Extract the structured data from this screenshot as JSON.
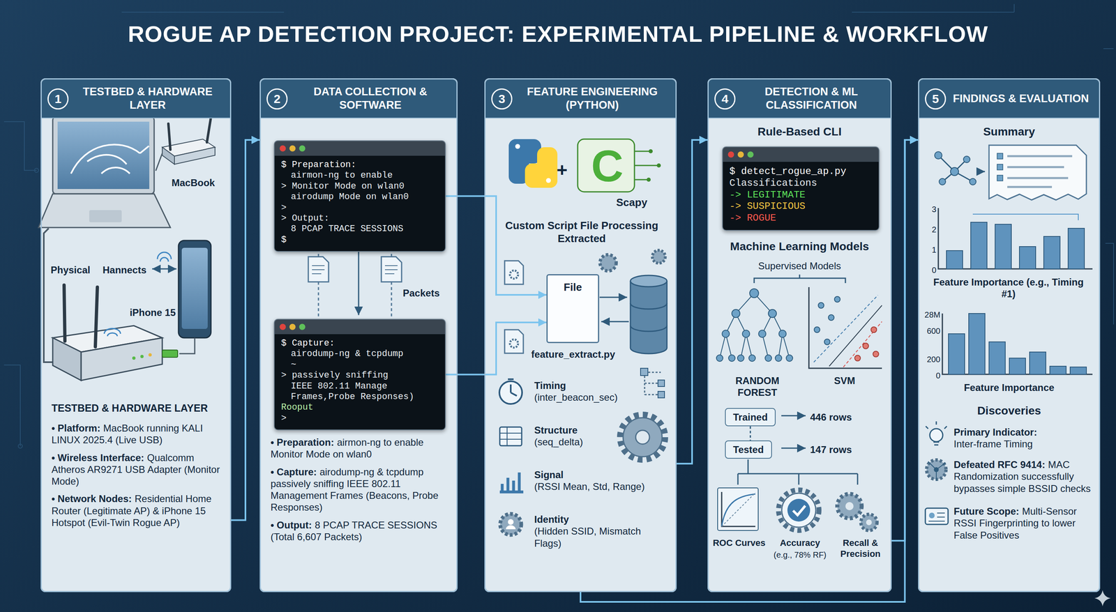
{
  "diagram": {
    "title": "ROGUE AP DETECTION PROJECT: EXPERIMENTAL PIPELINE & WORKFLOW",
    "nodes": [
      {
        "text": [
          "TESTBED & HARDWARE LAYER",
          "MacBook",
          "Physical",
          "Hannects",
          "iPhone 15",
          "TESTBED & HARDWARE LAYER",
          "• Platform:",
          "MacBook running KALI LINUX 2025.4 (Live USB)",
          "• Wireless Interface:",
          "Qualcomm Atheros AR9271 USB Adapter (Monitor Mode)",
          "• Network Nodes:",
          "Residential Home Router (Legitimate AP) & iPhone 15 Hotspot (Evil-Twin Rogue AP)"
        ]
      },
      {
        "text": [
          "1"
        ],
        "in": 0
      },
      {
        "text": [
          "DATA COLLECTION & SOFTWARE",
          "Packets",
          "• Preparation:",
          "airmon-ng to enable Monitor Mode on wlan0",
          "• Capture:",
          "airodump-ng & tcpdump passively sniffing IEEE 802.11 Management Frames (Beacons, Probe Responses)",
          "• Output:",
          "8 PCAP TRACE SESSIONS (Total 6,607 Packets)"
        ]
      },
      {
        "text": [
          "2"
        ],
        "in": 2
      },
      {
        "text": [
          "$ Preparation:",
          "airmon-ng to enable",
          "> Monitor Mode on wlan0",
          "airodump Mode on wlan0",
          ">",
          "> Output:",
          "8 PCAP TRACE SESSIONS",
          "$"
        ],
        "in": 2
      },
      {
        "text": [
          "$ Capture:",
          "airodump-ng & tcpdump",
          "~",
          "> passively sniffing",
          "IEEE 802.11 Manage",
          "Frames,Probe Responses)",
          "Rooput",
          ">"
        ],
        "in": 2
      },
      {
        "text": [
          "FEATURE ENGINEERING (PYTHON)",
          "+",
          "C",
          "Scapy",
          "Custom Script File Processing Extracted",
          "Timing",
          "(inter_beacon_sec)",
          "Structure",
          "(seq_delta)",
          "Signal",
          "(RSSI Mean, Std, Range)",
          "Identity",
          "(Hidden SSID, Mismatch Flags)"
        ]
      },
      {
        "text": [
          "3"
        ],
        "in": 6
      },
      {
        "text": [
          "File",
          "feature_extract.py"
        ],
        "in": 6
      },
      {
        "text": [
          "DETECTION & ML CLASSIFICATION",
          "Rule-Based CLI",
          "Machine Learning Models",
          "Supervised Models",
          "RANDOM FOREST",
          "SVM",
          "446 rows",
          "147 rows",
          "ROC Curves",
          "Accuracy",
          "(e.g., 78% RF)",
          "Recall & Precision"
        ]
      },
      {
        "text": [
          "4"
        ],
        "in": 9
      },
      {
        "text": [
          "$ detect_rogue_ap.py",
          "Classifications",
          "-> LEGITIMATE",
          "-> SUSPICIOUS",
          "-> ROGUE"
        ],
        "in": 9
      },
      {
        "text": [
          "Trained"
        ],
        "in": 9
      },
      {
        "text": [
          "Tested"
        ],
        "in": 9
      },
      {
        "text": [
          "FINDINGS & EVALUATION",
          "Summary",
          "3",
          "2",
          "1",
          "0",
          "Feature Importance (e.g., Timing #1)",
          "28M",
          "600",
          "200",
          "0",
          "Feature Importance",
          "Discoveries",
          "Primary Indicator:",
          "Inter-frame Timing",
          "Defeated RFC 9414:",
          "MAC Randomization successfully bypasses simple BSSID checks",
          "Future Scope:",
          "Multi-Sensor RSSI Fingerprinting to lower False Positives"
        ]
      },
      {
        "text": [
          "5"
        ],
        "in": 14
      }
    ],
    "edges": [
      {
        "from": 0,
        "to": 2,
        "arrow": "to"
      },
      {
        "from": 4,
        "to": 8,
        "arrow": "to"
      },
      {
        "from": 5,
        "to": 8,
        "arrow": "to"
      },
      {
        "from": 6,
        "to": 9,
        "arrow": "to"
      },
      {
        "from": 9,
        "to": 14,
        "arrow": "to"
      },
      {
        "from": 6,
        "to": 14,
        "arrow": "to"
      },
      {
        "from": 12,
        "to": 13,
        "arrow": "none"
      }
    ]
  }
}
